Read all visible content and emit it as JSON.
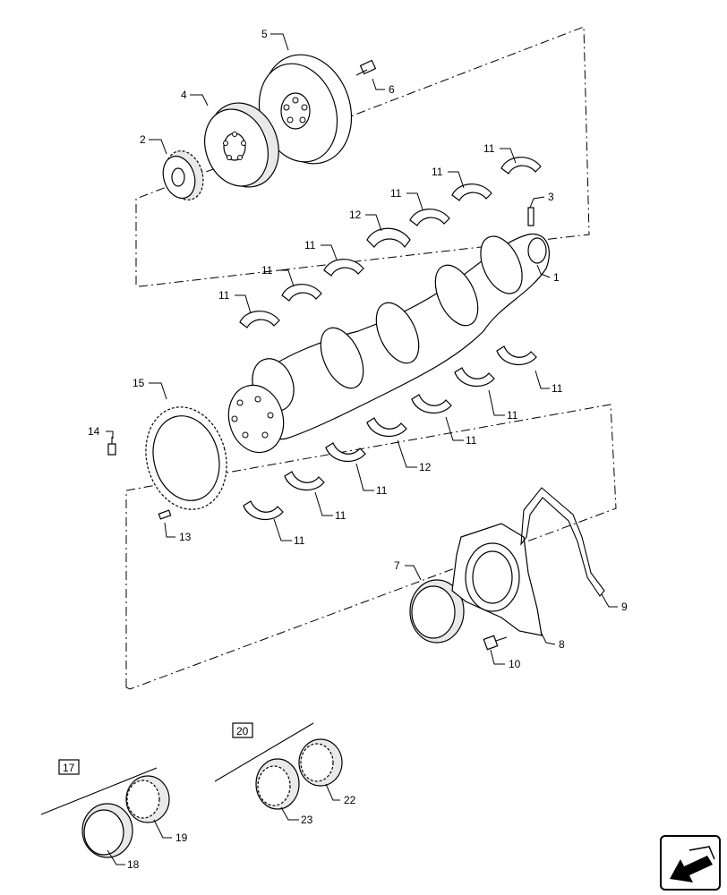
{
  "callouts": {
    "c1": "1",
    "c2": "2",
    "c3": "3",
    "c4": "4",
    "c5": "5",
    "c6": "6",
    "c7": "7",
    "c8": "8",
    "c9": "9",
    "c10": "10",
    "c11": "11",
    "c12": "12",
    "c13": "13",
    "c14": "14",
    "c15": "15",
    "c17": "17",
    "c18": "18",
    "c19": "19",
    "c20": "20",
    "c22": "22",
    "c23": "23"
  },
  "nav_icon": "arrow-nav-icon"
}
